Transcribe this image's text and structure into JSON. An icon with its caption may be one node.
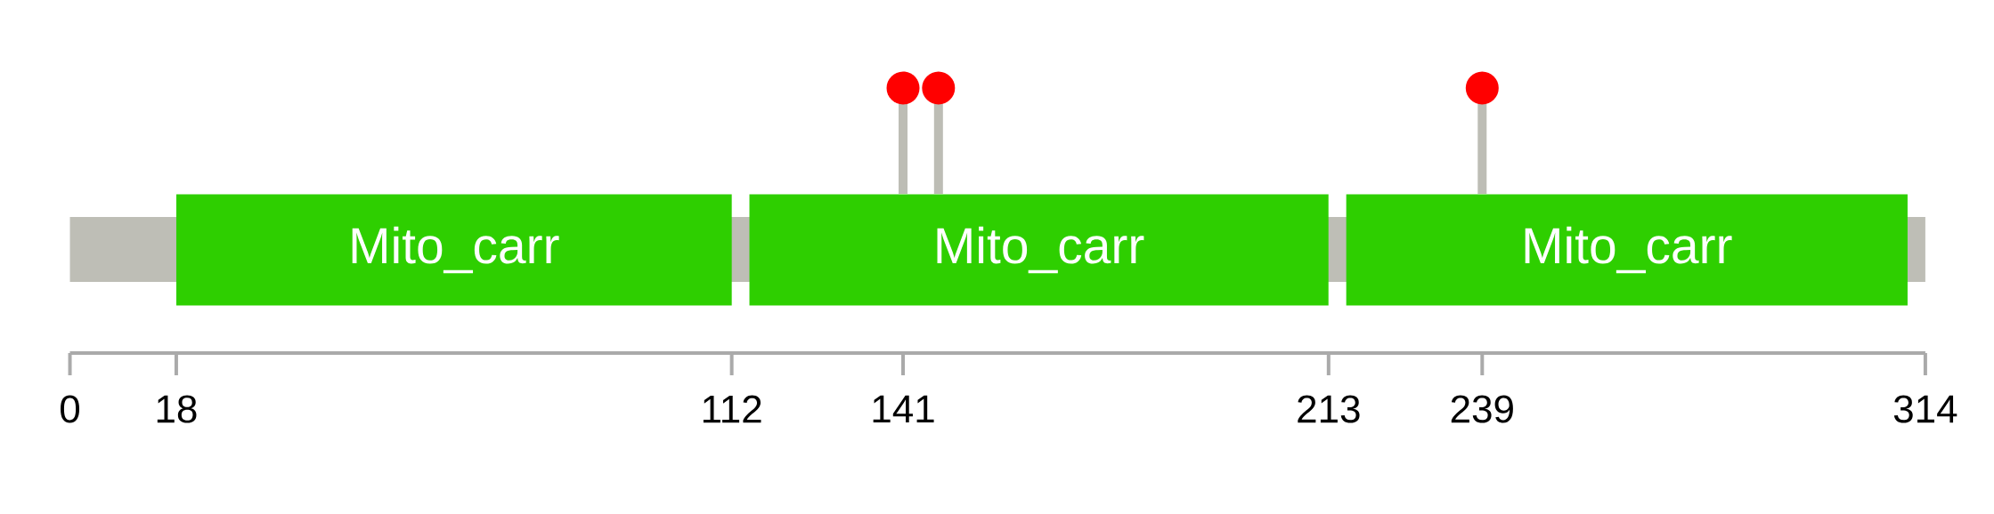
{
  "diagram": {
    "nodes": [
      {
        "text": [],
        "shape": "bar"
      },
      {
        "text": [
          "Mito_carr"
        ]
      },
      {
        "text": [
          "Mito_carr"
        ]
      },
      {
        "text": [
          "Mito_carr"
        ]
      },
      {
        "text": [],
        "shape": "circle"
      },
      {
        "text": [],
        "shape": "circle"
      },
      {
        "text": [],
        "shape": "circle"
      }
    ],
    "labels": [
      "0",
      "18",
      "112",
      "141",
      "213",
      "239",
      "314"
    ]
  }
}
